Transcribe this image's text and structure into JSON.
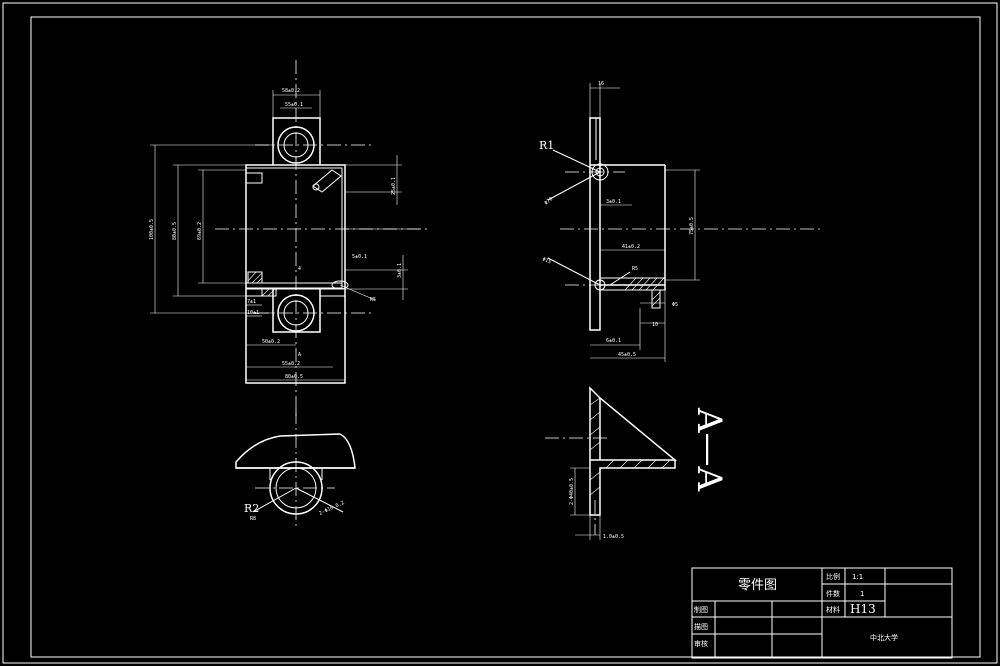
{
  "views": {
    "section_label": "A—A",
    "fillet_labels": {
      "r1": "R1",
      "r2": "R2"
    }
  },
  "title_block": {
    "title": "零件图",
    "scale_label": "比例",
    "scale_value": "1:1",
    "count_label": "件数",
    "count_value": "1",
    "material_label": "材料",
    "material_value": "H13",
    "drawn_label": "制图",
    "design_label": "描图",
    "review_label": "审核",
    "school": "中北大学"
  }
}
